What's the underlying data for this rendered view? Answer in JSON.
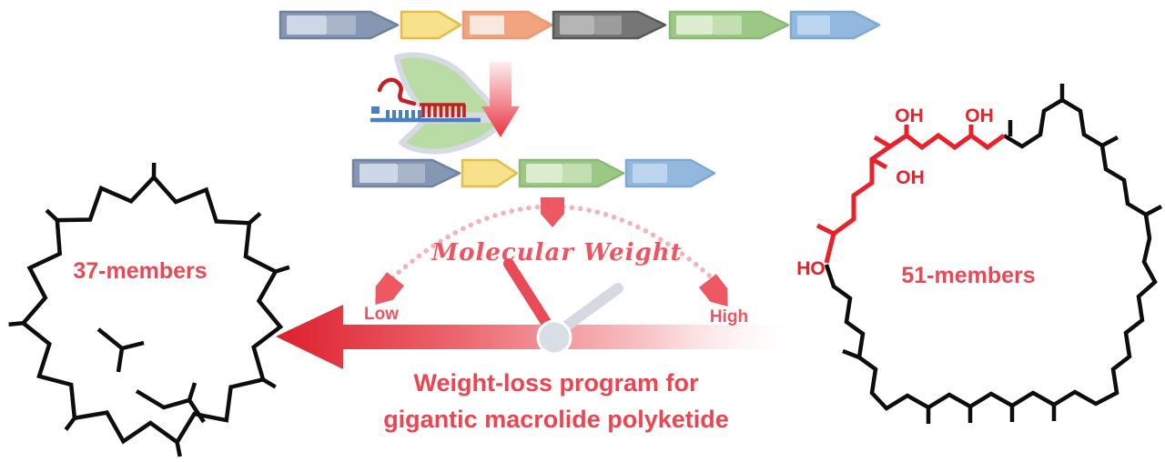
{
  "figure_caption": {
    "line1": "Weight-loss program for",
    "line2": "gigantic macrolide polyketide"
  },
  "gauge": {
    "title": "Molecular Weight",
    "low": "Low",
    "high": "High"
  },
  "left_structure": {
    "label": "37-members"
  },
  "right_structure": {
    "label": "51-members",
    "oh_1": "OH",
    "oh_2": "OH",
    "oh_3": "OH",
    "ho": "HO"
  },
  "top_cluster": {
    "genes": [
      {
        "fill": "#8697b4",
        "stroke": "#6e82a2",
        "domains": [
          {
            "w": 44,
            "fill": "#cdd7e6"
          },
          {
            "w": 32,
            "fill": "#a9b5c9"
          }
        ]
      },
      {
        "fill": "#f7e18c",
        "stroke": "#e3bd46",
        "domains": []
      },
      {
        "fill": "#f1a47e",
        "stroke": "#ea9a74",
        "domains": [
          {
            "w": 38,
            "fill": "#f9e8df"
          }
        ]
      },
      {
        "fill": "#767676",
        "stroke": "#585858",
        "domains": [
          {
            "w": 38,
            "fill": "#b5b5b5"
          },
          {
            "w": 30,
            "fill": "#9c9c9c"
          }
        ]
      },
      {
        "fill": "#9bc884",
        "stroke": "#8cba76",
        "domains": [
          {
            "w": 40,
            "fill": "#ddedd0"
          },
          {
            "w": 32,
            "fill": "#c3deb1"
          }
        ]
      },
      {
        "fill": "#93b8de",
        "stroke": "#7fa8d2",
        "domains": [
          {
            "w": 36,
            "fill": "#bdd5ee"
          }
        ]
      }
    ]
  },
  "reduced_cluster": {
    "genes": [
      {
        "fill": "#8697b4",
        "stroke": "#6e82a2",
        "domains": [
          {
            "w": 42,
            "fill": "#cdd7e6"
          },
          {
            "w": 30,
            "fill": "#a9b5c9"
          }
        ]
      },
      {
        "fill": "#f7e18c",
        "stroke": "#e3bd46",
        "domains": []
      },
      {
        "fill": "#9bc884",
        "stroke": "#8cba76",
        "domains": [
          {
            "w": 40,
            "fill": "#dceccf"
          },
          {
            "w": 32,
            "fill": "#c3deb1"
          }
        ]
      },
      {
        "fill": "#93b8de",
        "stroke": "#7fa8d2",
        "domains": [
          {
            "w": 38,
            "fill": "#bdd5ee"
          }
        ]
      }
    ]
  },
  "colors": {
    "accent_red": "#ed5560",
    "caption_red": "#ee4450",
    "label_red": "#e84a55",
    "bright_red": "#e8212b",
    "pink_dot": "#f4b3ba",
    "needle_gray": "#d5dae2",
    "black_ink": "#0d0d0d",
    "cas9_green": "#b9dca4",
    "cas9_outline": "#d6dae2",
    "dna_blue": "#4a7fc1",
    "rna_red": "#c32026"
  },
  "icons": {
    "cas9": "cas9-genome-editing-icon",
    "down_arrow": "process-down-arrow-icon",
    "weight_loss_arrow": "weight-loss-left-arrow-icon"
  }
}
